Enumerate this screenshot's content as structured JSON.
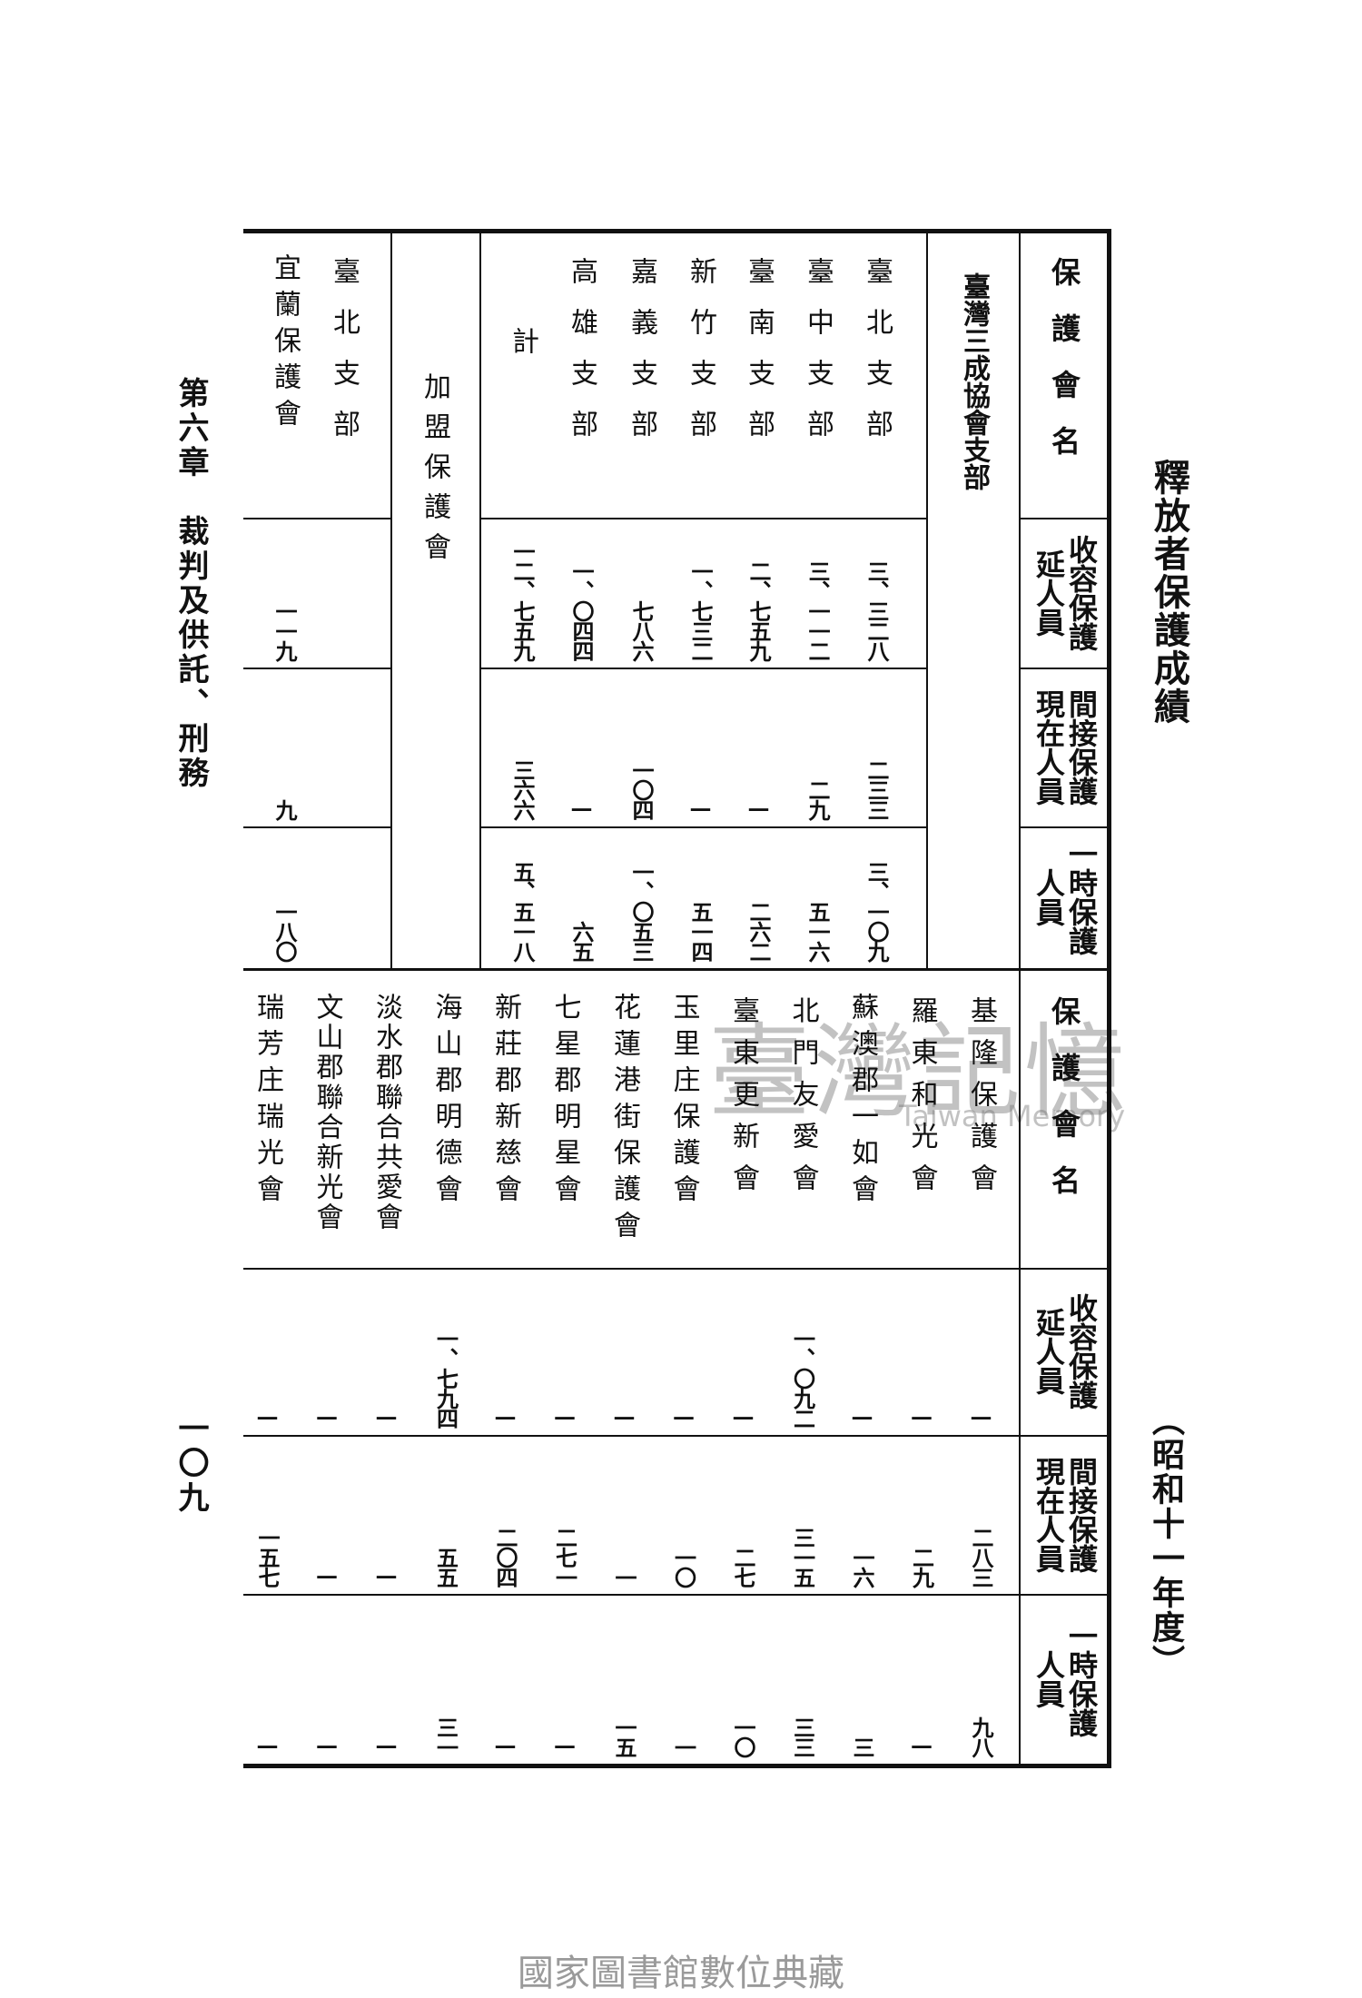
{
  "title": "釋放者保護成績",
  "year": "（昭和十一年度）",
  "chapter": "第六章　裁判及供託、刑務",
  "page_number": "一〇九",
  "watermark": {
    "main": "臺灣記憶",
    "sub": "Taiwan Memory"
  },
  "footer": "國家圖書館數位典藏",
  "headers": {
    "name": "保護會名",
    "admitted": [
      "收容保護",
      "延人員"
    ],
    "indirect": [
      "間接保護",
      "現在人員"
    ],
    "temporary": [
      "一時保護",
      "人員"
    ]
  },
  "top_table": {
    "group_label": "臺灣三成協會支部",
    "rows": [
      {
        "name": "臺北支部",
        "admitted": "三、三二八",
        "indirect": "二三三",
        "temporary": "三、一〇九"
      },
      {
        "name": "臺中支部",
        "admitted": "三、一一二",
        "indirect": "二九",
        "temporary": "五一六"
      },
      {
        "name": "臺南支部",
        "admitted": "二、七五九",
        "indirect": "—",
        "temporary": "二六二"
      },
      {
        "name": "新竹支部",
        "admitted": "一、七三二",
        "indirect": "—",
        "temporary": "五一四"
      },
      {
        "name": "嘉義支部",
        "admitted": "七八六",
        "indirect": "一〇四",
        "temporary": "一、〇五三"
      },
      {
        "name": "高雄支部",
        "admitted": "一、〇四四",
        "indirect": "—",
        "temporary": "六五"
      }
    ],
    "total": {
      "name": "計",
      "admitted": "一二、七五九",
      "indirect": "三六六",
      "temporary": "五、五一八"
    },
    "affiliate_label": "加盟保護會",
    "affiliate_branch": "臺北支部",
    "affiliate_rows": [
      {
        "name": "宜蘭保護會",
        "admitted": "一一九",
        "indirect": "九",
        "temporary": "一八〇"
      }
    ]
  },
  "bottom_table": {
    "rows": [
      {
        "name": "基隆保護會",
        "admitted": "—",
        "indirect": "二八三",
        "temporary": "九八"
      },
      {
        "name": "羅東和光會",
        "admitted": "—",
        "indirect": "二九",
        "temporary": "—"
      },
      {
        "name": "蘇澳郡一如會",
        "admitted": "—",
        "indirect": "一六",
        "temporary": "三"
      },
      {
        "name": "北門友愛會",
        "admitted": "一、〇九二",
        "indirect": "三一五",
        "temporary": "三三"
      },
      {
        "name": "臺東更新會",
        "admitted": "—",
        "indirect": "二七",
        "temporary": "一〇"
      },
      {
        "name": "玉里庄保護會",
        "admitted": "—",
        "indirect": "一〇",
        "temporary": "一"
      },
      {
        "name": "花蓮港街保護會",
        "admitted": "—",
        "indirect": "一",
        "temporary": "一五"
      },
      {
        "name": "七星郡明星會",
        "admitted": "—",
        "indirect": "二七一",
        "temporary": "—"
      },
      {
        "name": "新莊郡新慈會",
        "admitted": "—",
        "indirect": "二〇四",
        "temporary": "—"
      },
      {
        "name": "海山郡明德會",
        "admitted": "一、七九四",
        "indirect": "五五",
        "temporary": "三一"
      },
      {
        "name": "淡水郡聯合共愛會",
        "admitted": "—",
        "indirect": "—",
        "temporary": "—"
      },
      {
        "name": "文山郡聯合新光會",
        "admitted": "—",
        "indirect": "—",
        "temporary": "—"
      },
      {
        "name": "瑞芳庄瑞光會",
        "admitted": "—",
        "indirect": "一五七",
        "temporary": "—"
      }
    ]
  }
}
